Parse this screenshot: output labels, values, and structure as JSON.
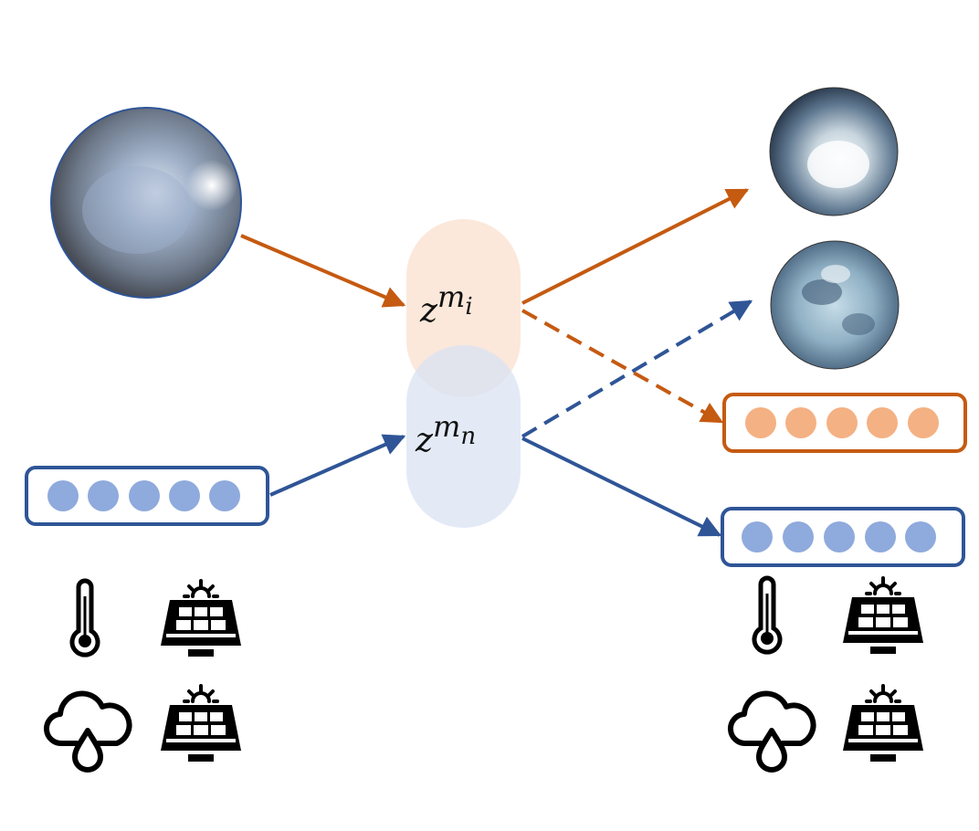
{
  "colors": {
    "image_modality": "#c55a11",
    "sensor_modality": "#2f5597",
    "image_capsule": "#fbe5d6",
    "sensor_capsule": "#dae3f3",
    "image_token": "#f4b183",
    "sensor_token": "#8faadc"
  },
  "latents": {
    "image": {
      "base": "z",
      "sup": "m",
      "sub": "i"
    },
    "sensor": {
      "base": "z",
      "sup": "m",
      "sub": "n"
    }
  },
  "inputs": {
    "sky_image": "sky-image-photo",
    "sensor_vector_tokens": 5,
    "icons": [
      "thermometer-icon",
      "solar-panel-icon",
      "rain-cloud-icon",
      "solar-panel-icon"
    ]
  },
  "outputs": {
    "reconstructed_images": [
      "reconstructed-sky-image-1",
      "reconstructed-sky-image-2"
    ],
    "image_to_sensor_vector_tokens": 5,
    "sensor_vector_tokens": 5,
    "icons": [
      "thermometer-icon",
      "solar-panel-icon",
      "rain-cloud-icon",
      "solar-panel-icon"
    ]
  }
}
